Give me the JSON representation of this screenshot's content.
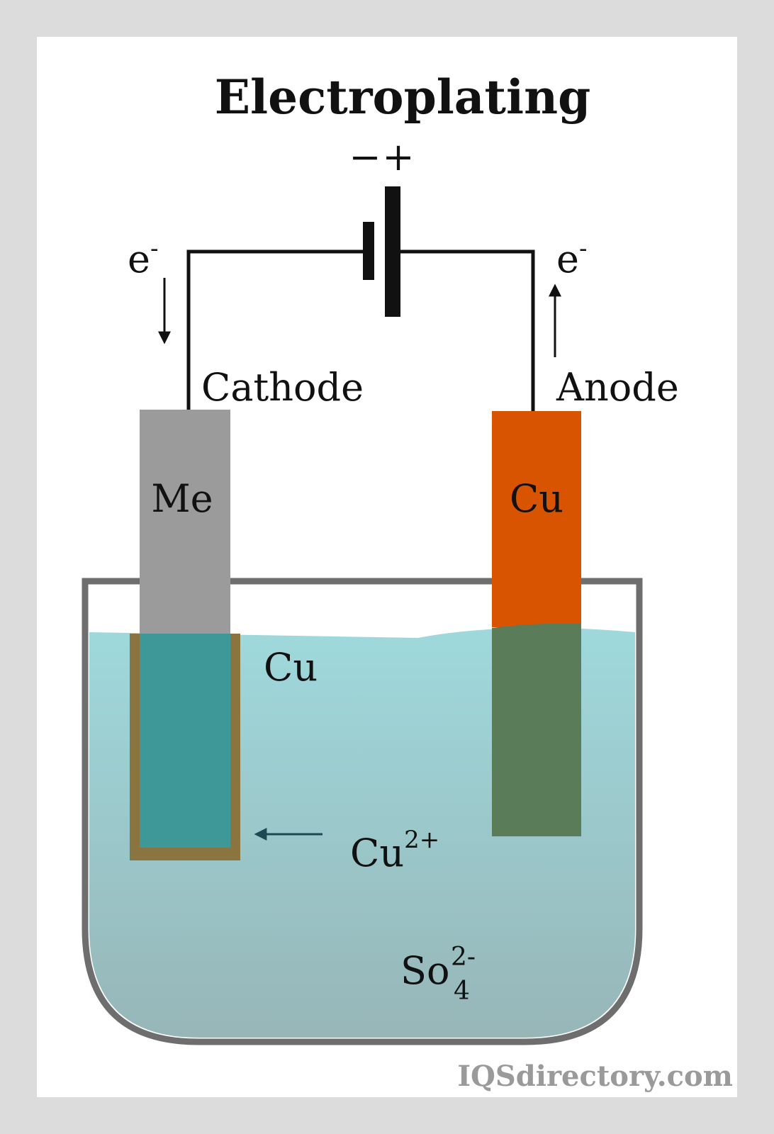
{
  "title": "Electroplating",
  "battery": {
    "negative_symbol": "−",
    "positive_symbol": "+"
  },
  "electron": {
    "left_label": "e",
    "left_sup": "-",
    "right_label": "e",
    "right_sup": "-"
  },
  "cathode": {
    "label": "Cathode",
    "electrode_label": "Me",
    "plating_label": "Cu"
  },
  "anode": {
    "label": "Anode",
    "electrode_label": "Cu"
  },
  "ions": {
    "cation_base": "Cu",
    "cation_charge": "2+",
    "anion_base": "So",
    "anion_sub": "4",
    "anion_charge": "2-"
  },
  "watermark": "IQSdirectory.com",
  "colors": {
    "frame_bg": "#dcdcdc",
    "panel_bg": "#ffffff",
    "wire": "#111111",
    "cathode_metal": "#9b9b9b",
    "anode_copper": "#d95400",
    "anode_submerged": "#5b7c58",
    "cathode_submerged": "#3f9898",
    "plating_layer": "#8a7440",
    "solution_top": "#9fd9dc",
    "solution_bottom": "#97b6b8",
    "tank_outline": "#6e6e6e",
    "ion_arrow": "#1d4a52",
    "watermark": "#9a9a9a"
  }
}
